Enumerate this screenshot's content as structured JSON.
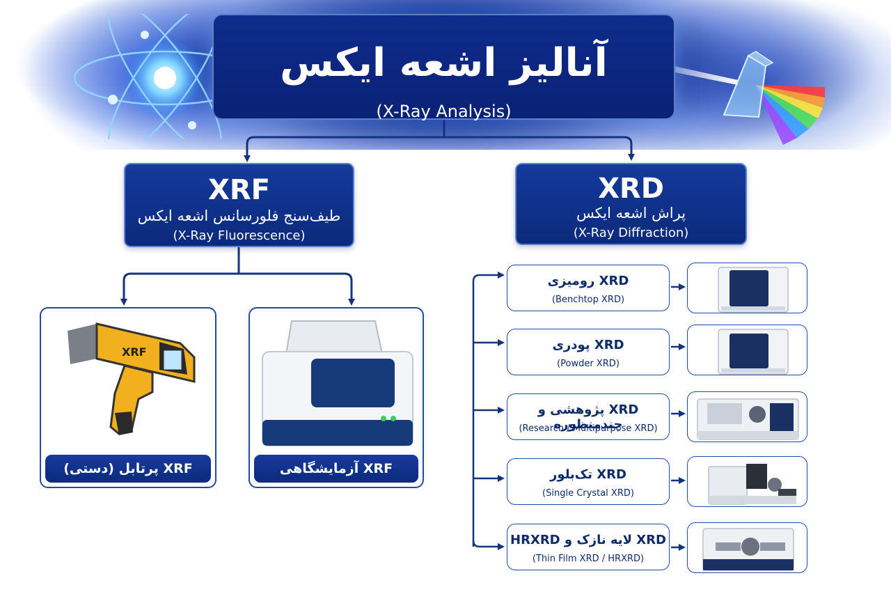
{
  "header": {
    "title_fa": "آنالیز اشعه ایکس",
    "title_en": "(X-Ray Analysis)"
  },
  "branches": {
    "xrf": {
      "code": "XRF",
      "name_fa": "طیف‌سنج فلورسانس اشعه ایکس",
      "name_en": "(X-Ray Fluorescence)",
      "devices": [
        {
          "label": "XRF پرتابل (دستی)",
          "image": "handheld-xrf-analyzer",
          "gun_text": "XRF"
        },
        {
          "label": "XRF آزمایشگاهی",
          "image": "benchtop-xrf-instrument"
        }
      ]
    },
    "xrd": {
      "code": "XRD",
      "name_fa": "پراش اشعه ایکس",
      "name_en": "(X-Ray Diffraction)",
      "types": [
        {
          "name_fa": "XRD رومیزی",
          "name_en": "(Benchtop XRD)",
          "image": "benchtop-xrd"
        },
        {
          "name_fa": "XRD پودری",
          "name_en": "(Powder XRD)",
          "image": "powder-xrd"
        },
        {
          "name_fa": "XRD پژوهشی و چندمنظوره",
          "name_en": "(Research / Multipurpose XRD)",
          "image": "research-xrd"
        },
        {
          "name_fa": "XRD تک‌بلور",
          "name_en": "(Single Crystal XRD)",
          "image": "single-crystal-xrd"
        },
        {
          "name_fa": "XRD لایه نازک و HRXRD",
          "name_en": "(Thin Film XRD / HRXRD)",
          "image": "thin-film-xrd"
        }
      ]
    }
  },
  "colors": {
    "navy": "#0c2a7c",
    "connector": "#13337f",
    "handheld_yellow": "#f2b01e"
  }
}
